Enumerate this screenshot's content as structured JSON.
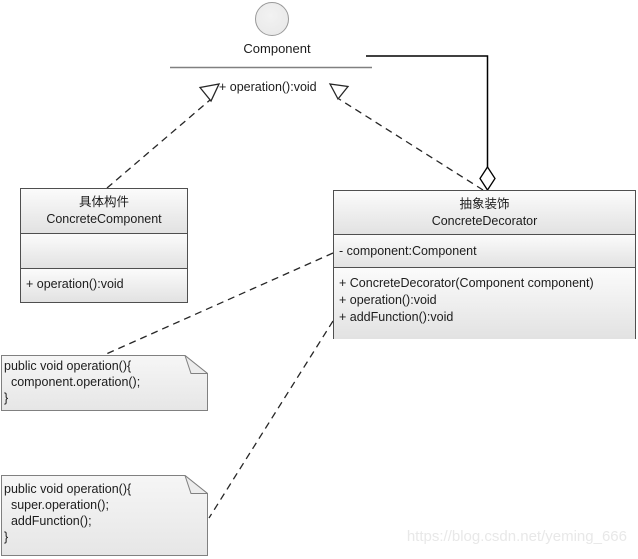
{
  "diagram": {
    "interface": {
      "name": "Component",
      "operation_label": "+ operation():void"
    },
    "classes": [
      {
        "title_cn": "具体构件",
        "title_en": "ConcreteComponent",
        "attributes": [],
        "operations": [
          "+ operation():void"
        ]
      },
      {
        "title_cn": "抽象装饰",
        "title_en": "ConcreteDecorator",
        "attributes": [
          "- component:Component"
        ],
        "operations": [
          "+ ConcreteDecorator(Component component)",
          "+ operation():void",
          "+ addFunction():void"
        ]
      }
    ],
    "notes": [
      {
        "lines": [
          "public void operation(){",
          "  component.operation();",
          "}"
        ]
      },
      {
        "lines": [
          "public void operation(){",
          "  super.operation();",
          "  addFunction();",
          "}"
        ]
      }
    ],
    "watermark": "https://blog.csdn.net/yeming_666",
    "colors": {
      "box_border": "#4f4f4f",
      "note_border": "#808080",
      "iface_line": "#808080",
      "dash_color": "#262626",
      "solid_color": "#000000",
      "text_color": "#1c1c1c",
      "watermark_color": "#e8e8e8",
      "fill_top": "#fbfbfb",
      "fill_bottom": "#e2e2e2"
    }
  }
}
